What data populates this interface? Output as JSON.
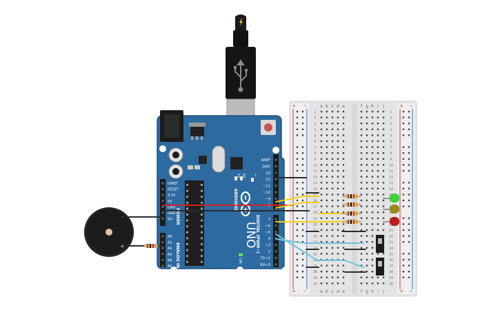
{
  "colors": {
    "board_blue": "#2d6aa0",
    "board_edge": "#1f4f7a",
    "breadboard": "#e9e9e9",
    "rail_red": "#d32f2f",
    "rail_blue": "#3b6fb6",
    "wire_red": "#d32222",
    "wire_black": "#2b2b2b",
    "wire_yellow": "#f2cf1b",
    "wire_cyan": "#6cc4de",
    "led_green": "#3fd13a",
    "led_olive": "#9a8a1e",
    "led_red": "#b81c1c"
  },
  "icons": [
    "usb-plug-icon",
    "lightning-icon",
    "arduino-logo-icon"
  ],
  "arduino": {
    "model": "UNO",
    "logo_text": "ARDUINO",
    "tx": "TX",
    "rx": "RX",
    "l_label": "L",
    "on_label": "ON",
    "top_header": [
      "AREF",
      "GND",
      "13",
      "12",
      "~11",
      "~10",
      "~9",
      "8"
    ],
    "bottom_header": [
      "7",
      "~6",
      "~5",
      "4",
      "~3",
      "2",
      "TX→1",
      "RX←0"
    ],
    "digital_label": "DIGITAL (PWM~)",
    "power_pins": [
      "IOREF",
      "RESET",
      "3.3V",
      "5V",
      "GND",
      "GND",
      "Vin"
    ],
    "power_label": "POWER",
    "analog_pins": [
      "A0",
      "A1",
      "A2",
      "A3",
      "A4",
      "A5"
    ],
    "analog_label": "ANALOG IN"
  },
  "buzzer": {
    "minus": "-",
    "plus": "+"
  },
  "breadboard": {
    "col_left": [
      "a",
      "b",
      "c",
      "d",
      "e"
    ],
    "col_right": [
      "f",
      "g",
      "h",
      "i",
      "j"
    ],
    "rows": [
      "1",
      "2",
      "3",
      "4",
      "5",
      "6",
      "7",
      "8",
      "9",
      "10",
      "11",
      "12",
      "13",
      "14",
      "15",
      "16",
      "17",
      "18",
      "19",
      "20",
      "21",
      "22",
      "23",
      "24",
      "25",
      "26",
      "27",
      "28",
      "29",
      "30"
    ],
    "plus": "+",
    "minus": "−"
  }
}
